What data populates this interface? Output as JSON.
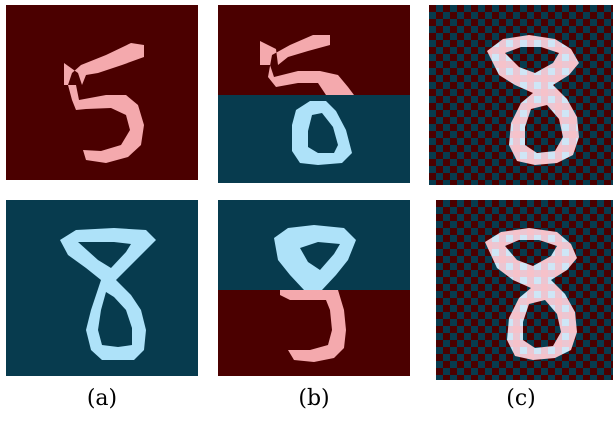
{
  "captions": {
    "a": "(a)",
    "b": "(b)",
    "c": "(c)"
  },
  "palette": {
    "red_background": "#4b0000",
    "red_digit": "#f4a9ad",
    "blue_background": "#073b4e",
    "blue_digit": "#aee2f9",
    "mixed_digit": "#e0cfe3"
  },
  "panels": [
    {
      "id": "a-top",
      "digit": "5",
      "style": "red"
    },
    {
      "id": "a-bottom",
      "digit": "8",
      "style": "blue"
    },
    {
      "id": "b-top",
      "digits": [
        "5",
        "0"
      ],
      "style": "split red/blue"
    },
    {
      "id": "b-bottom",
      "digits": [
        "9",
        "3"
      ],
      "style": "split blue/red"
    },
    {
      "id": "c-top",
      "digit": "8",
      "style": "checkerboard"
    },
    {
      "id": "c-bottom",
      "digit": "8",
      "style": "checkerboard"
    }
  ]
}
